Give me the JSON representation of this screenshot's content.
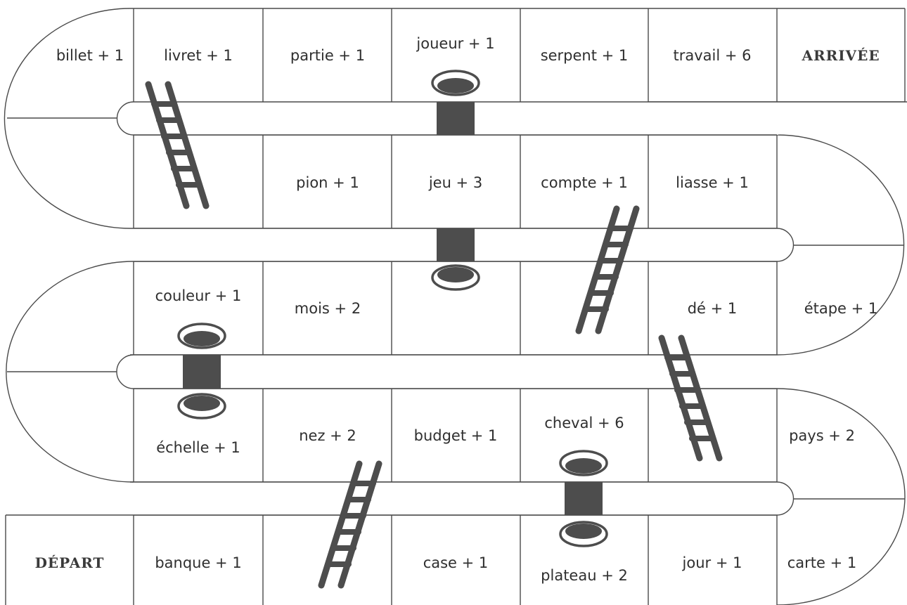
{
  "board": {
    "start_label": "DÉPART",
    "finish_label": "ARRIVÉE",
    "rows": {
      "row1": [
        "billet + 1",
        "livret + 1",
        "partie + 1",
        "joueur + 1",
        "serpent + 1",
        "travail + 6"
      ],
      "row2": [
        "pion + 1",
        "jeu + 3",
        "compte + 1",
        "liasse + 1"
      ],
      "row3": [
        "étape + 1",
        "dé + 1",
        "mois + 2",
        "couleur + 1"
      ],
      "row4": [
        "échelle + 1",
        "nez + 2",
        "budget + 1",
        "cheval + 6",
        "pays + 2"
      ],
      "row5": [
        "banque + 1",
        "case + 1",
        "plateau + 2",
        "jour + 1",
        "carte + 1"
      ]
    }
  },
  "colors": {
    "ink": "#4d4d4d",
    "lines": "#4a4a4a",
    "background": "#ffffff"
  },
  "icons": [
    "ladder-icon",
    "tunnel-hole-icon"
  ]
}
